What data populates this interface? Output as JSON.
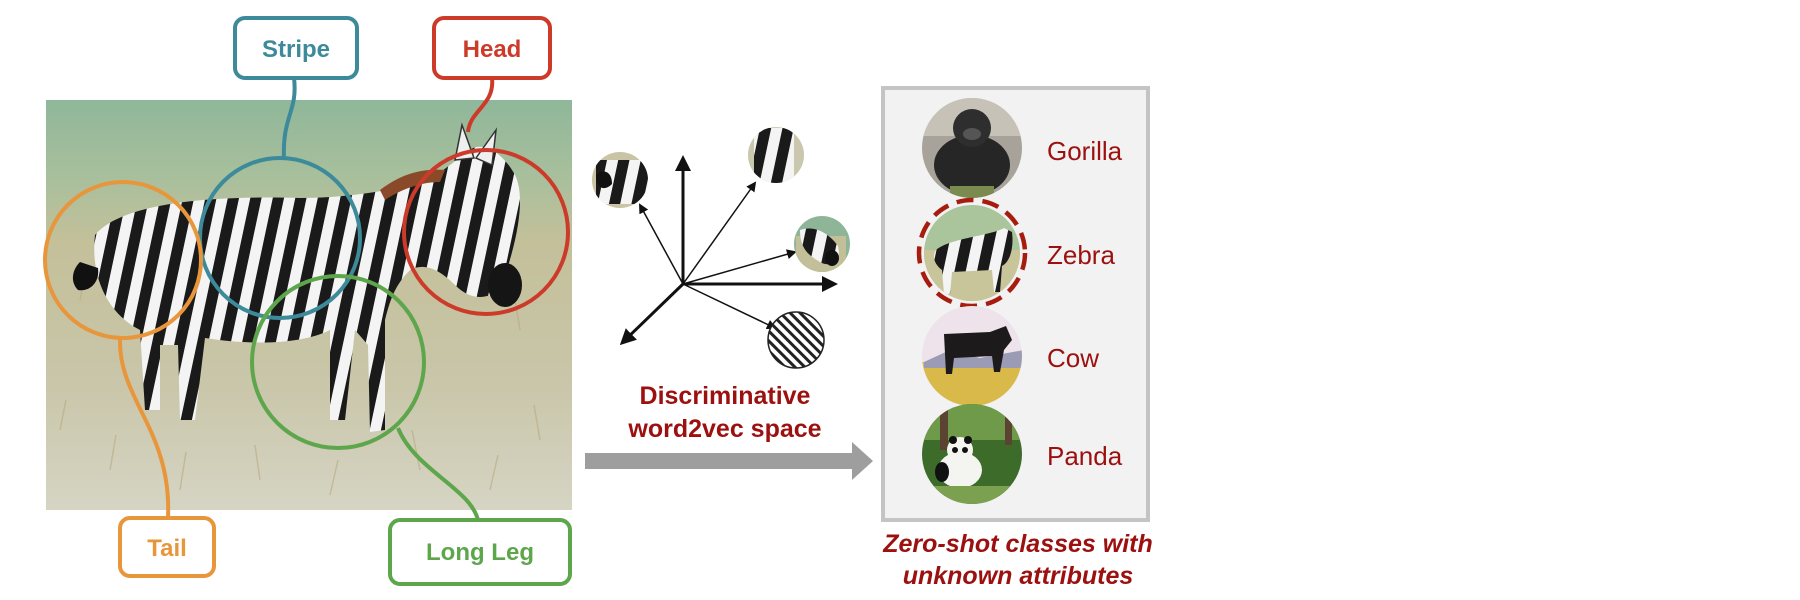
{
  "colors": {
    "stripe": "#3d8a9a",
    "head": "#cc3b2a",
    "tail": "#e8963c",
    "long_leg": "#5ea64c",
    "class_text": "#9c1010",
    "caption": "#9c1010",
    "arrow_gray": "#9e9e9e",
    "panel_bg": "#f2f2f2",
    "panel_border": "#c4c4c4",
    "axis": "#111111"
  },
  "attributes": [
    {
      "key": "stripe",
      "label": "Stripe"
    },
    {
      "key": "head",
      "label": "Head"
    },
    {
      "key": "tail",
      "label": "Tail"
    },
    {
      "key": "long_leg",
      "label": "Long Leg"
    }
  ],
  "embedding_caption": [
    "Discriminative",
    "word2vec space"
  ],
  "zero_shot_classes": [
    {
      "label": "Gorilla",
      "highlighted": false
    },
    {
      "label": "Zebra",
      "highlighted": true
    },
    {
      "label": "Cow",
      "highlighted": false
    },
    {
      "label": "Panda",
      "highlighted": false
    }
  ],
  "zero_shot_caption": [
    "Zero-shot classes with",
    "unknown attributes"
  ]
}
